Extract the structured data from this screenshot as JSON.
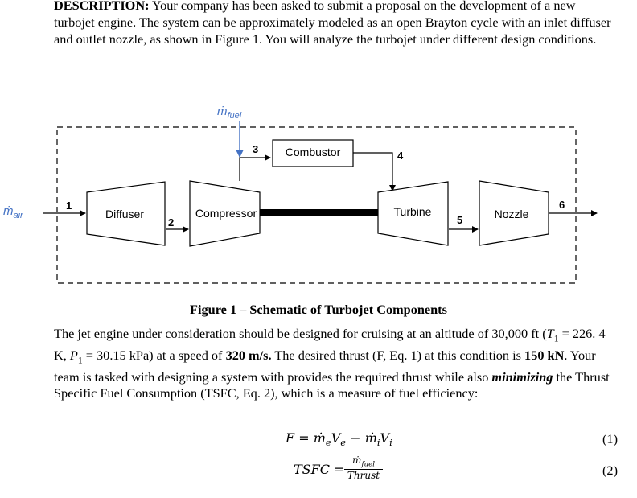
{
  "description": {
    "heading": "DESCRIPTION:",
    "text": " Your company has been asked to submit a proposal on the development of a new turbojet engine. The system can be approximately modeled as an open Brayton cycle with an inlet diffuser and outlet nozzle, as shown in Figure 1. You will analyze the turbojet under different design conditions."
  },
  "figure": {
    "label_fuel_m": "ṁ",
    "label_fuel_sub": "fuel",
    "label_air_m": "ṁ",
    "label_air_sub": "air",
    "components": {
      "diffuser": "Diffuser",
      "compressor": "Compressor",
      "combustor": "Combustor",
      "turbine": "Turbine",
      "nozzle": "Nozzle"
    },
    "states": [
      "1",
      "2",
      "3",
      "4",
      "5",
      "6"
    ],
    "caption": "Figure 1 – Schematic of Turbojet Components"
  },
  "body": {
    "p1": "The jet engine under consideration should be designed for cruising at an altitude of 30,000 ft (",
    "t1_sym": "T",
    "t1_sub": "1",
    "p2": " = 226. 4 K, ",
    "p1_sym": "P",
    "p1_sub": "1",
    "p3": " = 30.15 kPa) at a speed of ",
    "speed": "320 m/s.",
    "p4": " The desired thrust (F, Eq. 1) at this condition is ",
    "thrust": "150 kN",
    "p5": ". Your team is tasked with designing a system with provides the required thrust while also ",
    "minimizing": "minimizing",
    "p6": " the Thrust Specific Fuel Consumption (TSFC, Eq. 2), which is a measure of fuel efficiency:"
  },
  "equations": {
    "eq1_lhs": "F",
    "eq1_rhs_1": "ṁ",
    "eq1_rhs_1_sub": "e",
    "eq1_rhs_2": "V",
    "eq1_rhs_2_sub": "e",
    "eq1_rhs_3": "ṁ",
    "eq1_rhs_3_sub": "i",
    "eq1_rhs_4": "V",
    "eq1_rhs_4_sub": "i",
    "eq1_num": "(1)",
    "eq2_lhs": "TSFC",
    "eq2_numerator": "ṁ",
    "eq2_numerator_sub": "fuel",
    "eq2_denominator": "Thrust",
    "eq2_num": "(2)"
  }
}
